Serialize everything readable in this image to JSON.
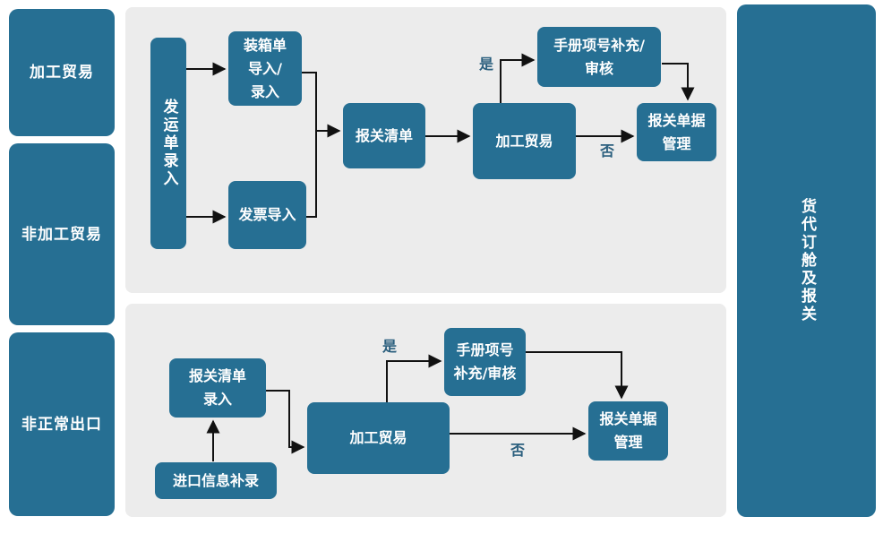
{
  "colors": {
    "node_fill": "#266f93",
    "node_text": "#ffffff",
    "panel_fill": "#ececec",
    "connector": "#111111",
    "decision_label_text": "#2b5f7e",
    "background": "#ffffff"
  },
  "lanes": {
    "left": [
      {
        "label": "加工贸易"
      },
      {
        "label": "非加工贸易"
      },
      {
        "label": "非正常出口"
      }
    ],
    "right": {
      "label": "货代订舱及报关"
    }
  },
  "top_flow": {
    "shipping_order_entry": "发运单录入",
    "packing_list_import": "装箱单\n导入/\n录入",
    "invoice_import": "发票导入",
    "customs_declaration_list": "报关清单",
    "processing_trade_decision": "加工贸易",
    "manual_item_supplement": "手册项号补充/\n审核",
    "customs_doc_management": "报关单据\n管理",
    "yes_label": "是",
    "no_label": "否"
  },
  "bottom_flow": {
    "declaration_list_entry": "报关清单\n录入",
    "import_info_supplement": "进口信息补录",
    "processing_trade_decision": "加工贸易",
    "manual_item_supplement": "手册项号\n补充/审核",
    "customs_doc_management": "报关单据\n管理",
    "yes_label": "是",
    "no_label": "否"
  }
}
